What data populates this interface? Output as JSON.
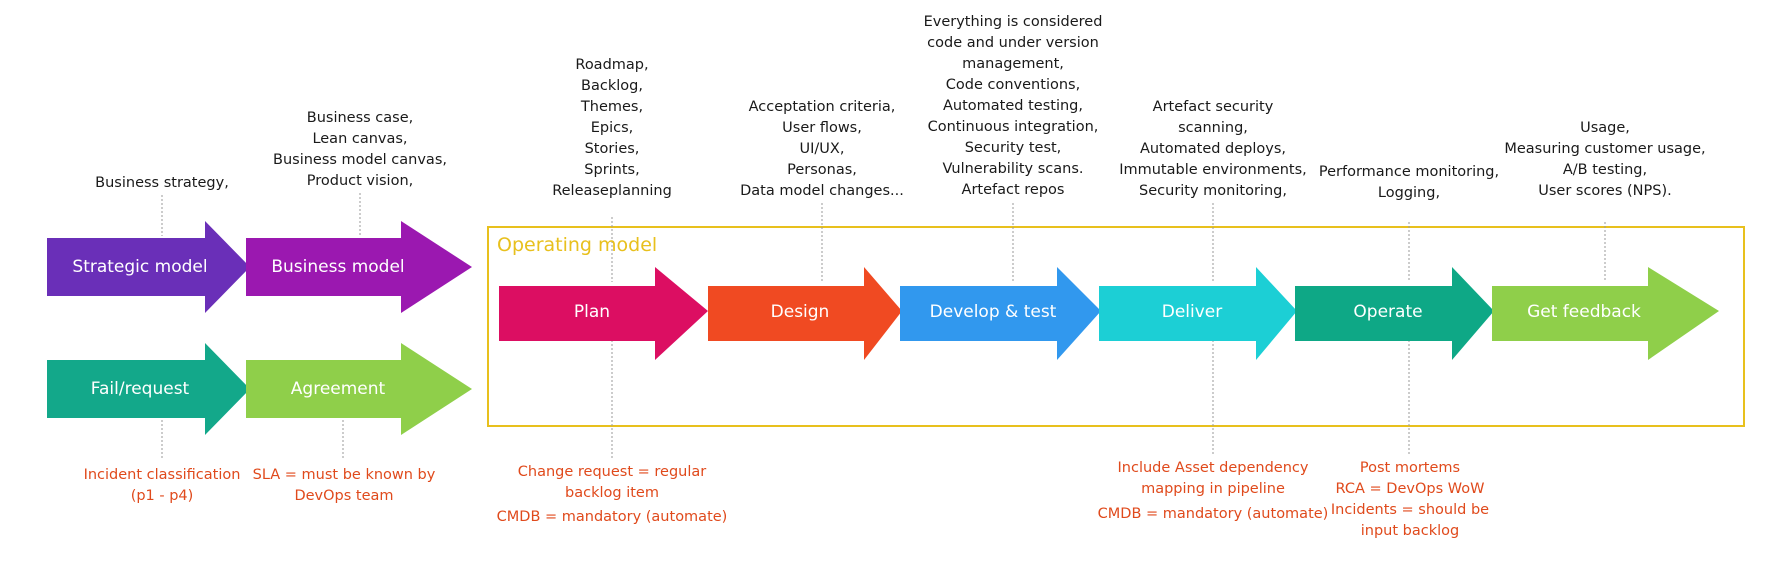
{
  "frame": {
    "title": "Operating model",
    "border_color": "#e8c01d"
  },
  "arrows": {
    "strategic_model": {
      "label": "Strategic model",
      "color": "#6a2fb8"
    },
    "business_model": {
      "label": "Business model",
      "color": "#9b18b0"
    },
    "fail_request": {
      "label": "Fail/request",
      "color": "#13a88a"
    },
    "agreement": {
      "label": "Agreement",
      "color": "#8fcf4a"
    },
    "plan": {
      "label": "Plan",
      "color": "#dc0e62"
    },
    "design": {
      "label": "Design",
      "color": "#f04a22"
    },
    "develop_test": {
      "label": "Develop & test",
      "color": "#3198ee"
    },
    "deliver": {
      "label": "Deliver",
      "color": "#1ccfd5"
    },
    "operate": {
      "label": "Operate",
      "color": "#0ea886"
    },
    "get_feedback": {
      "label": "Get feedback",
      "color": "#8fcf4a"
    }
  },
  "notes_top": {
    "strategic": "Business strategy,",
    "business": "Business case,\nLean canvas,\nBusiness model canvas,\nProduct vision,",
    "plan": "Roadmap,\nBacklog,\nThemes,\nEpics,\nStories,\nSprints,\nReleaseplanning",
    "design": "Acceptation criteria,\nUser flows,\nUI/UX,\nPersonas,\nData model changes...",
    "develop": "Everything is considered\ncode and under version\nmanagement,\nCode conventions,\nAutomated testing,\nContinuous integration,\nSecurity test,\nVulnerability scans.\nArtefact repos",
    "deliver": "Artefact security\nscanning,\nAutomated deploys,\nImmutable environments,\nSecurity monitoring,",
    "operate": "Performance monitoring,\nLogging,",
    "feedback": "Usage,\nMeasuring customer usage,\nA/B testing,\nUser scores (NPS)."
  },
  "notes_bottom": {
    "fail": "Incident classification\n(p1 - p4)",
    "agreement": "SLA = must be known by\nDevOps team",
    "plan_1": "Change request = regular\nbacklog item",
    "plan_2": "CMDB = mandatory (automate)",
    "deliver_1": "Include Asset dependency\nmapping in pipeline",
    "deliver_2": "CMDB = mandatory (automate)",
    "operate": "Post mortems\nRCA = DevOps WoW\nIncidents  = should be\ninput backlog"
  },
  "colors": {
    "note_red": "#e04a1c",
    "leader_line": "#9a9a9a"
  }
}
